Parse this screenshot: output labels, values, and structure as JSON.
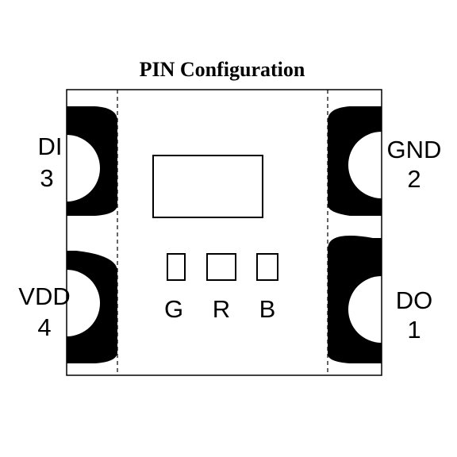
{
  "title": "PIN Configuration",
  "pins": {
    "di": {
      "name": "DI",
      "number": "3"
    },
    "gnd": {
      "name": "GND",
      "number": "2"
    },
    "vdd": {
      "name": "VDD",
      "number": "4"
    },
    "do": {
      "name": "DO",
      "number": "1"
    }
  },
  "leds": {
    "g": "G",
    "r": "R",
    "b": "B"
  },
  "colors": {
    "ink": "#000000",
    "background": "#ffffff"
  }
}
